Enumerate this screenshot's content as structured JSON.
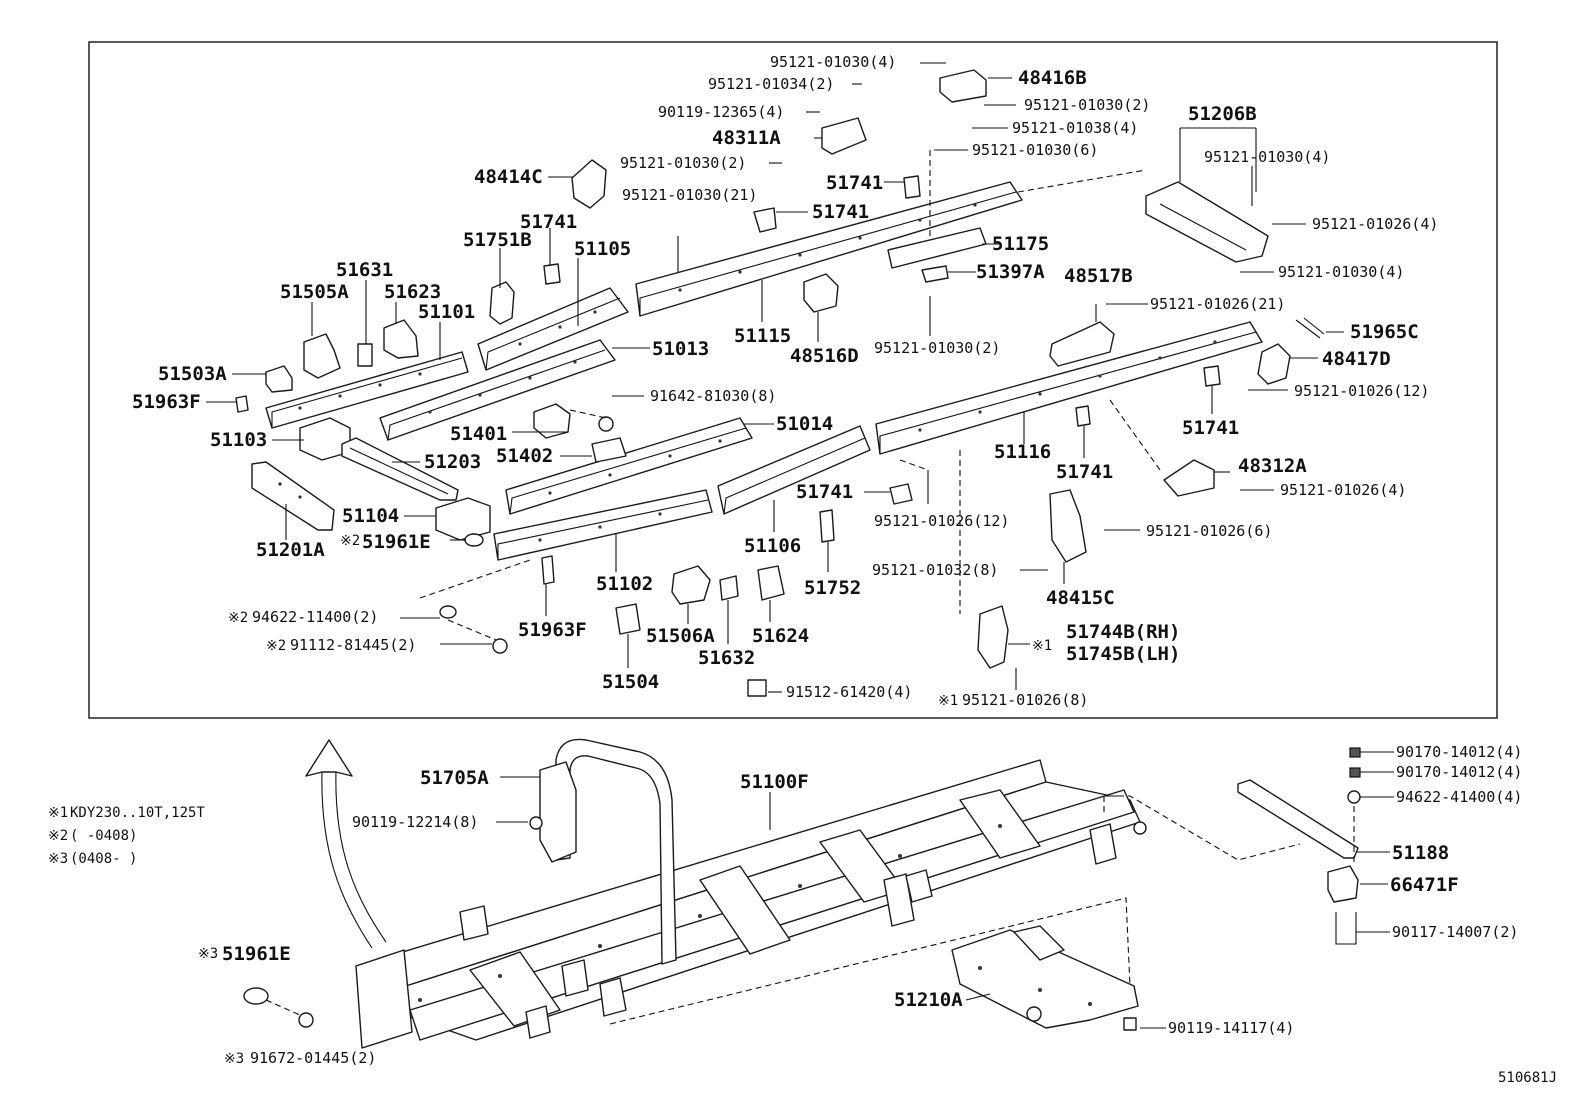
{
  "diagram_id": "510681J",
  "notes": [
    {
      "mark": "※1",
      "text": "KDY230..10T,125T"
    },
    {
      "mark": "※2",
      "text": "(     -0408)"
    },
    {
      "mark": "※3",
      "text": "(0408-     )"
    }
  ],
  "labels": {
    "l_95121_01030_4a": "95121-01030(4)",
    "l_95121_01034_2": "95121-01034(2)",
    "l_90119_12365_4": "90119-12365(4)",
    "l_48311A": "48311A",
    "l_95121_01030_2a": "95121-01030(2)",
    "l_48414C": "48414C",
    "l_95121_01030_21": "95121-01030(21)",
    "l_48416B": "48416B",
    "l_95121_01030_2b": "95121-01030(2)",
    "l_95121_01038_4": "95121-01038(4)",
    "l_95121_01030_6": "95121-01030(6)",
    "l_51741_a": "51741",
    "l_51741_b": "51741",
    "l_51741_c": "51741",
    "l_51751B": "51751B",
    "l_51105": "51105",
    "l_51631": "51631",
    "l_51505A": "51505A",
    "l_51623": "51623",
    "l_51101": "51101",
    "l_51503A": "51503A",
    "l_51963F_a": "51963F",
    "l_51103": "51103",
    "l_51013": "51013",
    "l_51115": "51115",
    "l_48516D": "48516D",
    "l_51175": "51175",
    "l_51397A": "51397A",
    "l_95121_01030_2c": "95121-01030(2)",
    "l_51206B": "51206B",
    "l_95121_01030_4b": "95121-01030(4)",
    "l_95121_01026_4a": "95121-01026(4)",
    "l_95121_01030_4c": "95121-01030(4)",
    "l_48517B": "48517B",
    "l_95121_01026_21": "95121-01026(21)",
    "l_51965C": "51965C",
    "l_48417D": "48417D",
    "l_95121_01026_12a": "95121-01026(12)",
    "l_51741_d": "51741",
    "l_91642_81030_8": "91642-81030(8)",
    "l_51401": "51401",
    "l_51402": "51402",
    "l_51203": "51203",
    "l_51014": "51014",
    "l_51116": "51116",
    "l_51741_e": "51741",
    "l_48312A": "48312A",
    "l_95121_01026_4b": "95121-01026(4)",
    "l_51741_f": "51741",
    "l_95121_01026_12b": "95121-01026(12)",
    "l_95121_01026_6": "95121-01026(6)",
    "l_51104": "51104",
    "l_51961E_a": "51961E",
    "l_51201A": "51201A",
    "l_51106": "51106",
    "l_51752": "51752",
    "l_95121_01032_8": "95121-01032(8)",
    "l_48415C": "48415C",
    "l_51102": "51102",
    "l_51963F_b": "51963F",
    "l_51506A": "51506A",
    "l_51624": "51624",
    "l_51632": "51632",
    "l_51504": "51504",
    "l_94622_11400_2": "94622-11400(2)",
    "l_91112_81445_2": "91112-81445(2)",
    "l_51744B": "51744B(RH)",
    "l_51745B": "51745B(LH)",
    "l_91512_61420_4": "91512-61420(4)",
    "l_95121_01026_8": "95121-01026(8)",
    "l_51705A": "51705A",
    "l_90119_12214_8": "90119-12214(8)",
    "l_51100F": "51100F",
    "l_90170_14012_4a": "90170-14012(4)",
    "l_90170_14012_4b": "90170-14012(4)",
    "l_94622_41400_4": "94622-41400(4)",
    "l_51188": "51188",
    "l_66471F": "66471F",
    "l_90117_14007_2": "90117-14007(2)",
    "l_51961E_b": "51961E",
    "l_91672_01445_2": "91672-01445(2)",
    "l_51210A": "51210A",
    "l_90119_14117_4": "90119-14117(4)"
  },
  "marks": {
    "m1": "※1",
    "m2": "※2",
    "m3": "※3"
  }
}
